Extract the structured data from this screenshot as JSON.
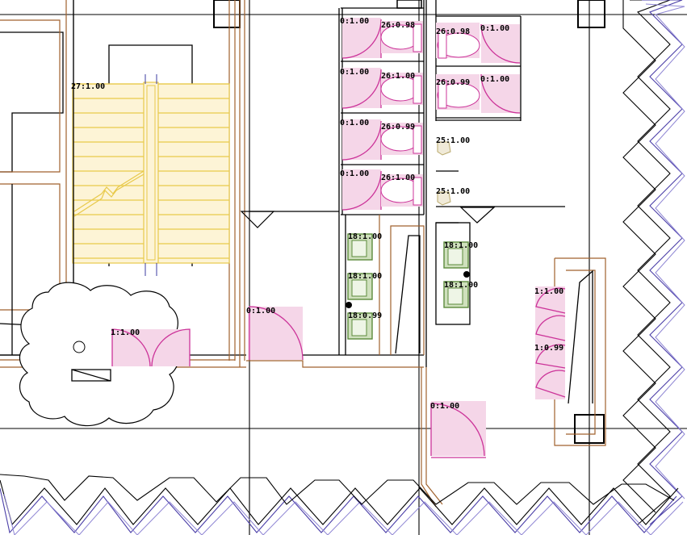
{
  "labels": {
    "stair": "27:1.00",
    "door_left": "1:1.00",
    "door_mid": "0:1.00",
    "door_lower": "0:1.00",
    "stall_doors": [
      "0:1.00",
      "0:1.00",
      "0:1.00",
      "0:1.00"
    ],
    "basins": [
      "26:0.98",
      "26:1.00",
      "26:0.99",
      "26:1.00"
    ],
    "basins_right": [
      "26:0.98",
      "26:0.99"
    ],
    "doors_right": [
      "0:1.00",
      "0:1.00"
    ],
    "urinals": [
      "25:1.00",
      "25:1.00"
    ],
    "wc_left": [
      "18:1.00",
      "18:1.00",
      "18:0.99"
    ],
    "wc_right": [
      "18:1.00",
      "18:1.00"
    ],
    "east_door_a": "1:1.00",
    "east_door_b": "1:0.99"
  },
  "icons": {
    "stair_break": "zigzag-break-symbol",
    "column": "square-column",
    "section_mark": "triangle-section-marker"
  },
  "colors": {
    "door": "#cc3399",
    "stair": "#e8c94a",
    "wc": "#5c8a3c",
    "wall_finish": "#a0622d",
    "facade": "#4b3fa8"
  }
}
